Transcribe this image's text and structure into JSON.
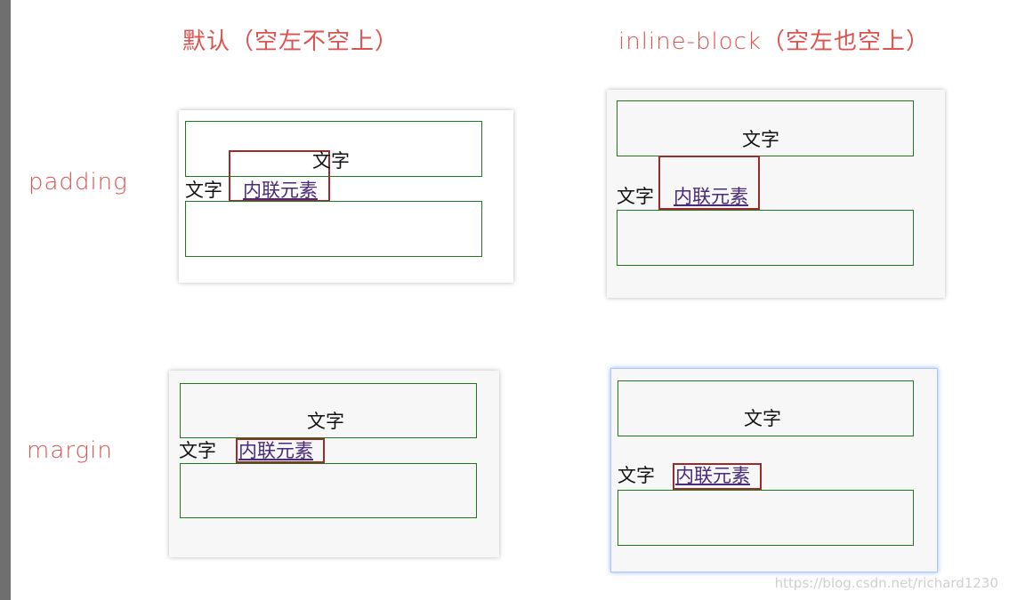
{
  "headings": {
    "left": "默认（空左不空上）",
    "right": "inline-block（空左也空上）"
  },
  "row_labels": {
    "padding": "padding",
    "margin": "margin"
  },
  "panels": {
    "top_left": {
      "text_above": "文字",
      "text_left": "文字",
      "inline_element": "内联元素"
    },
    "top_right": {
      "text_above": "文字",
      "text_left": "文字",
      "inline_element": "内联元素"
    },
    "bottom_left": {
      "text_above": "文字",
      "text_left": "文字",
      "inline_element": "内联元素"
    },
    "bottom_right": {
      "text_above": "文字",
      "text_left": "文字",
      "inline_element": "内联元素"
    }
  },
  "watermark": "https://blog.csdn.net/richard1230",
  "colors": {
    "heading": "#d9534f",
    "block_border": "#1c7a1c",
    "inline_border": "#9b2c2c",
    "link_text": "#4a2a7a"
  }
}
